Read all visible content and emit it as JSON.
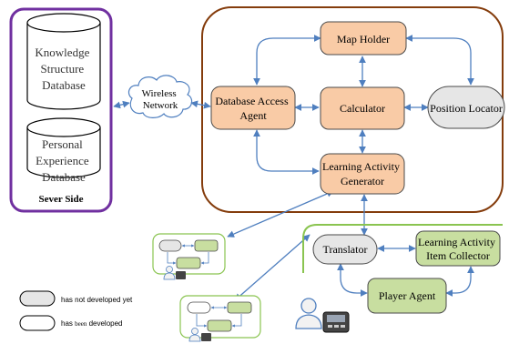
{
  "server_side": {
    "label": "Sever Side",
    "db1": [
      "Knowledge",
      "Structure",
      "Database"
    ],
    "db2": [
      "Personal",
      "Experience",
      "Database"
    ]
  },
  "network": {
    "lines": [
      "Wireless",
      "Network"
    ]
  },
  "agents": {
    "map_holder": [
      "Map Holder"
    ],
    "db_access": [
      "Database Access",
      "Agent"
    ],
    "calculator": [
      "Calculator"
    ],
    "position_locator": [
      "Position Locator"
    ],
    "generator": [
      "Learning Activity",
      "Generator"
    ]
  },
  "client": {
    "translator": [
      "Translator"
    ],
    "collector": [
      "Learning Activity",
      "Item Collector"
    ],
    "player": [
      "Player Agent"
    ]
  },
  "legend": {
    "not_developed": "has not developed yet",
    "developed_prefix": "has ",
    "developed_mid": "been",
    "developed_suffix": " developed"
  },
  "colors": {
    "developed_fill": "#f9cba6",
    "not_developed_fill": "#e6e6e6",
    "client_fill": "#c8dea0",
    "server_border": "#7030a0",
    "agent_border": "#843c0c",
    "client_border": "#8ac450",
    "arrow": "#4f7fbf"
  }
}
